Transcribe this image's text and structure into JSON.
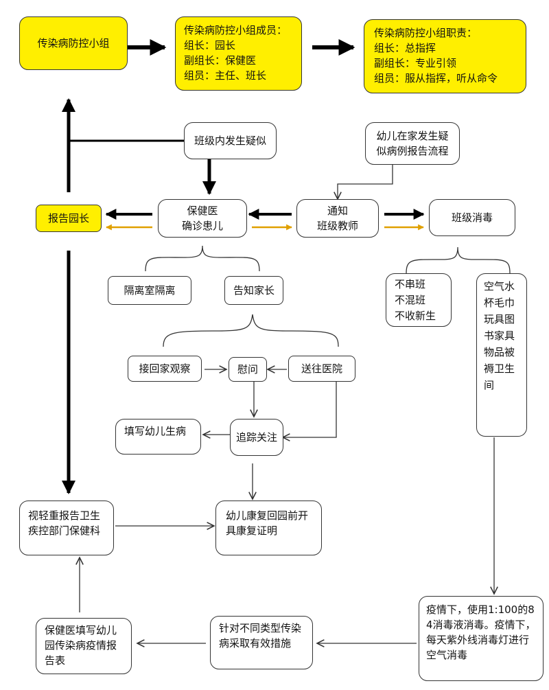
{
  "nodes": {
    "group": "传染病防控小组",
    "members": [
      "传染病防控小组成员：",
      "组长：园长",
      "副组长：保健医",
      "组员：主任、班长"
    ],
    "duties": [
      "传染病防控小组职责：",
      "组长：总指挥",
      "副组长：专业引领",
      "组员：服从指挥，听从命令"
    ],
    "suspected": "班级内发生疑似",
    "home_report": [
      "幼儿在家发生疑",
      "似病例报告流程"
    ],
    "report_director": "报告园长",
    "doctor": [
      "保健医",
      "确诊患儿"
    ],
    "notify": [
      "通知",
      "班级教师"
    ],
    "disinfect": "班级消毒",
    "isolate": "隔离室隔离",
    "inform_parents": "告知家长",
    "no_mix": [
      "不串班",
      "不混班",
      "不收新生"
    ],
    "items": "空气水杯毛巾玩具图书家具物品被褥卫生间",
    "pickup": "接回家观察",
    "visit": "慰问",
    "hospital": "送往医院",
    "fill_sick": "填写幼儿生病",
    "follow": "追踪关注",
    "report_cdc": [
      "视轻重报告卫生",
      "疾控部门保健科"
    ],
    "recovery": [
      "幼儿康复回园前开",
      "具康复证明"
    ],
    "epidemic_disinfect": "疫情下，使用1:100的84消毒液消毒。疫情下，每天紫外线消毒灯进行空气消毒",
    "measures": "针对不同类型传染病采取有效措施",
    "doctor_fill": "保健医填写幼儿园传染病疫情报告表"
  }
}
